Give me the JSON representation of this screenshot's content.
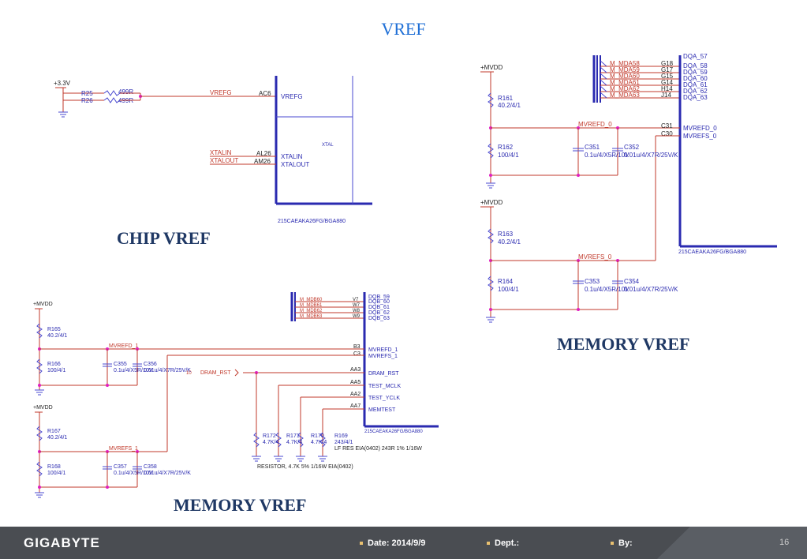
{
  "page": {
    "title": "VREF",
    "sections": {
      "chip": "CHIP VREF",
      "memory_right": "MEMORY VREF",
      "memory_bottom": "MEMORY VREF"
    }
  },
  "chip_vref": {
    "power": "+3.3V",
    "r25": "R25",
    "r25_value": "499R",
    "r26": "R26",
    "r26_value": "499R",
    "net_vrefg": "VREFG",
    "pin_ac6": "AC6",
    "signal_vrefg": "VREFG",
    "net_xtalin": "XTALIN",
    "net_xtalout": "XTALOUT",
    "pin_al26": "AL26",
    "pin_am26": "AM26",
    "signal_xtalin": "XTALIN",
    "signal_xtalout": "XTALOUT",
    "block_label": "XTAL",
    "part": "215CAEAKA26FG/BGA880"
  },
  "memory_right": {
    "dqa_nets": [
      "M_MDA58",
      "M_MDA59",
      "M_MDA60",
      "M_MDA61",
      "M_MDA62",
      "M_MDA63"
    ],
    "dqa_pins": [
      "G18",
      "G17",
      "G15",
      "G14",
      "H14",
      "J14"
    ],
    "dqa_signals_top": "DQA_57",
    "dqa_signals": [
      "DQA_58",
      "DQA_59",
      "DQA_60",
      "DQA_61",
      "DQA_62",
      "DQA_63"
    ],
    "power1": "+MVDD",
    "r161": "R161",
    "r161_value": "40.2/4/1",
    "net_vrefd": "MVREFD_0",
    "pin_c31": "C31",
    "pin_c30": "C30",
    "signal_vrefd": "MVREFD_0",
    "signal_vrefs": "MVREFS_0",
    "r162": "R162",
    "r162_value": "100/4/1",
    "c351": "C351",
    "c351_value": "0.1u/4/X5R/10V",
    "c352": "C352",
    "c352_value": "0.01u/4/X7R/25V/K",
    "power2": "+MVDD",
    "r163": "R163",
    "r163_value": "40.2/4/1",
    "net_vrefs": "MVREFS_0",
    "r164": "R164",
    "r164_value": "100/4/1",
    "c353": "C353",
    "c353_value": "0.1u/4/X5R/10V",
    "c354": "C354",
    "c354_value": "0.01u/4/X7R/25V/K",
    "part": "215CAEAKA26FG/BGA880"
  },
  "memory_bottom": {
    "dqb_nets": [
      "M_MDB60",
      "M_MDB61",
      "M_MDB62",
      "M_MDB63"
    ],
    "dqb_pins": [
      "V7",
      "W7",
      "W8",
      "W9"
    ],
    "dqb_signals_top": "DQB_59",
    "dqb_signals": [
      "DQB_60",
      "DQB_61",
      "DQB_62",
      "DQB_63"
    ],
    "power1": "+MVDD",
    "r165": "R165",
    "r165_value": "40.2/4/1",
    "net_vrefd": "MVREFD_1",
    "pin_b3": "B3",
    "pin_c3": "C3",
    "signal_vrefd": "MVREFD_1",
    "signal_vrefs": "MVREFS_1",
    "r166": "R166",
    "r166_value": "100/4/1",
    "c355": "C355",
    "c355_value": "0.1u/4/X5R/10V",
    "c356": "C356",
    "c356_value": "0.01u/4/X7R/25V/K",
    "net_dram_rst": "DRAM_RST",
    "pin_tag": "10",
    "test_pins": [
      "AA3",
      "AA5",
      "AA2",
      "AA7"
    ],
    "test_signals": [
      "DRAM_RST",
      "TEST_MCLK",
      "TEST_YCLK",
      "MEMTEST"
    ],
    "part": "215CAEAKA26FG/BGA880",
    "power2": "+MVDD",
    "r167": "R167",
    "r167_value": "40.2/4/1",
    "net_vrefs": "MVREFS_1",
    "r168": "R168",
    "r168_value": "100/4/1",
    "c357": "C357",
    "c357_value": "0.1u/4/X5R/10V",
    "c358": "C358",
    "c358_value": "0.01u/4/X7R/25V/K",
    "r172": "R172",
    "r172_value": "4.7K/4",
    "r171": "R171",
    "r171_value": "4.7K/4",
    "r170": "R170",
    "r170_value": "4.7K/4",
    "r169": "R169",
    "r169_value": "243/4/1",
    "r169_note": "LF RES EIA(0402) 243R 1% 1/16W",
    "resistor_note": "RESISTOR, 4.7K 5% 1/16W EIA(0402)"
  },
  "footer": {
    "logo": "GIGABYTE",
    "date": "Date: 2014/9/9",
    "dept": "Dept.:",
    "by": "By:",
    "page_number": "16"
  },
  "colors": {
    "title_blue": "#1f6fd6",
    "heading_navy": "#1f3864",
    "wire_red": "#c0392b",
    "ic_blue": "#2a2ab0",
    "component_blue": "#4a4ad0",
    "pin_magenta": "#e020c0",
    "footer_gray": "#4a4d52"
  }
}
